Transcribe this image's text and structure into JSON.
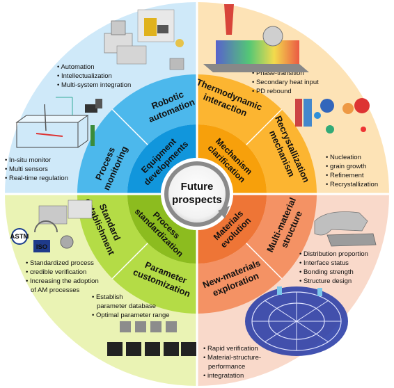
{
  "center": {
    "line1": "Future",
    "line2": "prospects"
  },
  "inner": {
    "equipment": [
      "Equipment",
      "developments"
    ],
    "mechanism": [
      "Mechanism",
      "clarification"
    ],
    "process_std": [
      "Process",
      "standardization"
    ],
    "materials": [
      "Materials",
      "evolution"
    ]
  },
  "ring": {
    "robotic": [
      "Robotic",
      "automation"
    ],
    "process_monitoring": [
      "Process",
      "monitoring"
    ],
    "thermodynamic": [
      "Thermodynamic",
      "interaction"
    ],
    "recrystallization": [
      "Recrystallization",
      "mechanism"
    ],
    "standard": [
      "Standard",
      "establishment"
    ],
    "parameter": [
      "Parameter",
      "customization"
    ],
    "multi_material": [
      "Multi-material",
      "structure"
    ],
    "new_materials": [
      "New-materials",
      "exploration"
    ]
  },
  "bullets": {
    "robotic": [
      "Automation",
      "Intellectualization",
      "Multi-system integration"
    ],
    "monitoring": [
      "In-situ monitor",
      "Multi sensors",
      "Real-time regulation"
    ],
    "thermo": [
      "Phase-transition",
      "Secondary heat input",
      "PD rebound"
    ],
    "recryst": [
      "Nucleation",
      "grain growth",
      "Refinement",
      "Recrystallization"
    ],
    "standard": [
      "Standardized process",
      "credible verification",
      "Increasing the adoption",
      "of AM processes"
    ],
    "parameter": [
      "Establish",
      "parameter database",
      "Optimal parameter range"
    ],
    "multi_material": [
      "Distribution proportion",
      "Interface status",
      "Bonding strength",
      "Structure design"
    ],
    "new_materials": [
      "Rapid verification",
      "Material-structure-",
      "performance",
      "integratation"
    ]
  },
  "logos": {
    "iso": "ISO",
    "astm": "ASTM"
  },
  "colors": {
    "q1_outer": "#cfe9f9",
    "q1_ring": "#4cb8ec",
    "q1_inner": "#1196dc",
    "q2_outer": "#fde3b6",
    "q2_ring": "#fcb531",
    "q2_inner": "#f7a00b",
    "q3_outer": "#eaf3b4",
    "q3_ring": "#b4dc46",
    "q3_inner": "#8cbc1f",
    "q4_outer": "#f9d9ca",
    "q4_ring": "#f49264",
    "q4_inner": "#ee7536",
    "divider": "#ffffff",
    "center_ring": "#777777"
  }
}
